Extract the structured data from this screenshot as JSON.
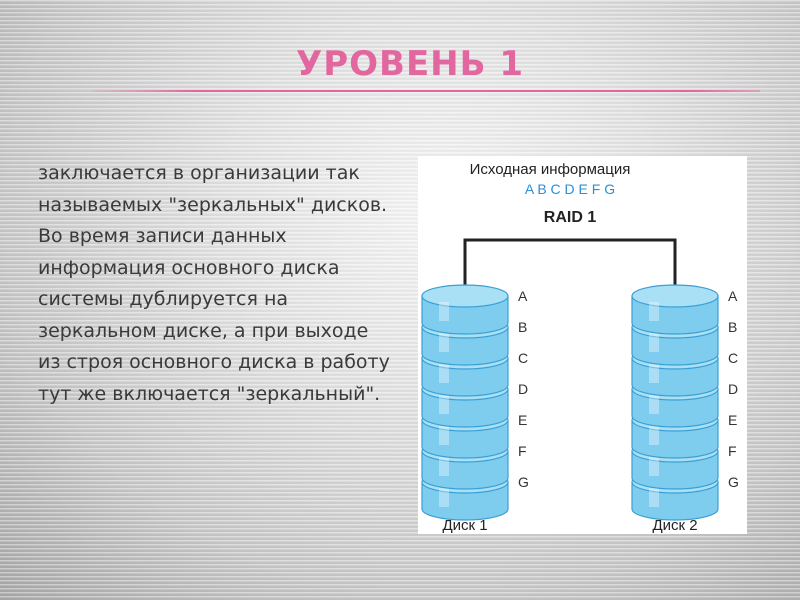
{
  "slide": {
    "title": "УРОВЕНЬ 1",
    "body": "заключается в организации так называемых \"зеркальных\" дисков. Во время записи данных информация основного диска системы дублируется на зеркальном диске, а при выходе из строя основного диска в работу тут же включается \"зеркальный\"."
  },
  "figure": {
    "heading": "Исходная информация",
    "data_letters": "A B C D E F G",
    "raid_label": "RAID 1",
    "disks": [
      {
        "label": "Диск 1",
        "blocks": [
          "A",
          "B",
          "C",
          "D",
          "E",
          "F",
          "G"
        ]
      },
      {
        "label": "Диск 2",
        "blocks": [
          "A",
          "B",
          "C",
          "D",
          "E",
          "F",
          "G"
        ]
      }
    ],
    "colors": {
      "title": "#e2679e",
      "letters": "#2a8fd6",
      "disk_fill": "#7fcdee",
      "disk_edge": "#3a9fd4"
    }
  }
}
